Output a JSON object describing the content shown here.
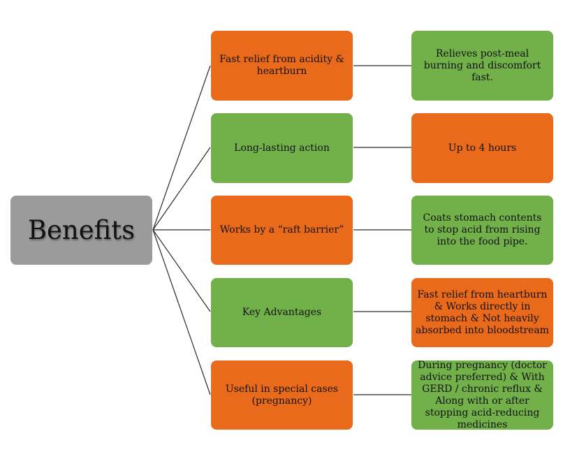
{
  "root": {
    "label": "Benefits"
  },
  "benefits": [
    {
      "label": "Fast relief from acidity & heartburn",
      "color": "#ea6a1c",
      "detail": "Relieves post-meal burning and discomfort fast.",
      "detail_color": "#72b04a"
    },
    {
      "label": "Long-lasting action",
      "color": "#72b04a",
      "detail": "Up to 4 hours",
      "detail_color": "#ea6a1c"
    },
    {
      "label": "Works by a “raft barrier”",
      "color": "#ea6a1c",
      "detail": "Coats stomach contents to stop acid from rising into the food pipe.",
      "detail_color": "#72b04a"
    },
    {
      "label": "Key Advantages",
      "color": "#72b04a",
      "detail": "Fast relief from heartburn & Works directly in stomach & Not heavily absorbed into bloodstream",
      "detail_color": "#ea6a1c"
    },
    {
      "label": "Useful in special cases (pregnancy)",
      "color": "#ea6a1c",
      "detail": "During pregnancy (doctor advice preferred) & With GERD / chronic reflux & Along with or after stopping acid-reducing medicines",
      "detail_color": "#72b04a"
    }
  ]
}
